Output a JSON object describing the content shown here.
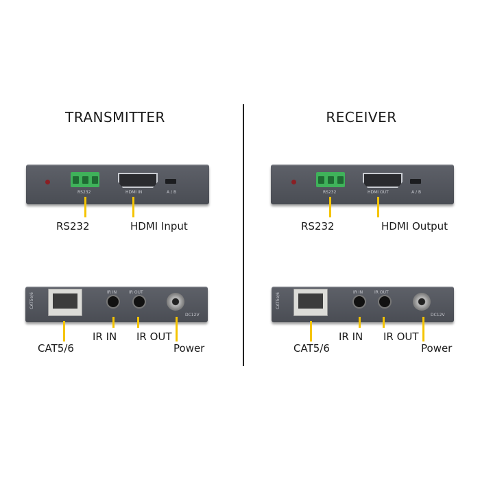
{
  "transmitter": {
    "title": "TRANSMITTER",
    "front": {
      "port_labels": [
        "RS232",
        "HDMI IN",
        "A / B"
      ],
      "callouts": [
        "RS232",
        "HDMI Input"
      ]
    },
    "rear": {
      "port_labels": [
        "CAT5e/6",
        "IR IN",
        "IR OUT",
        "DC12V"
      ],
      "callouts": [
        "CAT5/6",
        "IR IN",
        "IR OUT",
        "Power"
      ]
    }
  },
  "receiver": {
    "title": "RECEIVER",
    "front": {
      "port_labels": [
        "RS232",
        "HDMI OUT",
        "A / B"
      ],
      "callouts": [
        "RS232",
        "HDMI Output"
      ]
    },
    "rear": {
      "port_labels": [
        "CAT5e/6",
        "IR IN",
        "IR OUT",
        "DC12V"
      ],
      "callouts": [
        "CAT5/6",
        "IR IN",
        "IR OUT",
        "Power"
      ]
    }
  },
  "colors": {
    "callout_line": "#f5c400",
    "device": "#55585f"
  }
}
